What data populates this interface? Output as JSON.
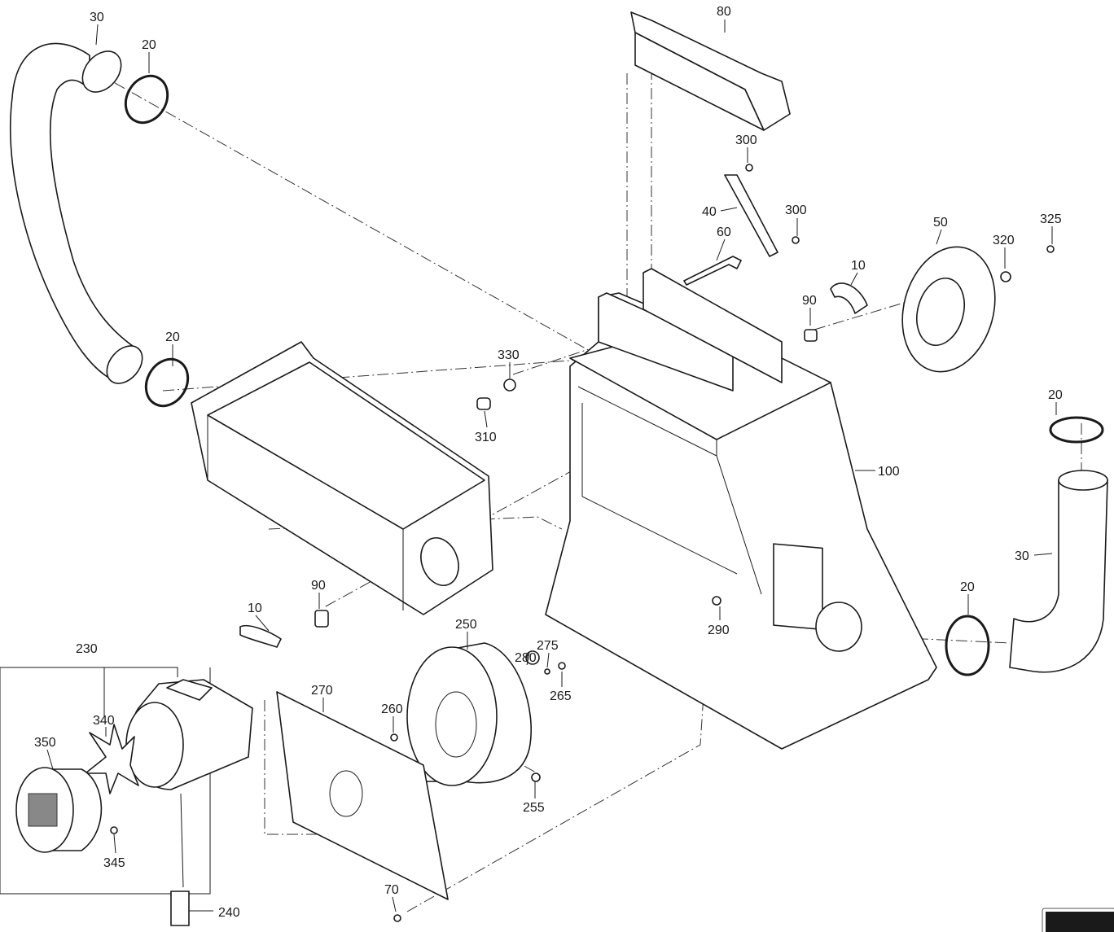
{
  "diagram": {
    "type": "exploded parts diagram",
    "labels": {
      "hose_top": "30",
      "clamp_top": "20",
      "clamp_mid": "20",
      "cover": "80",
      "screw_300a": "300",
      "gas_spring": "40",
      "screw_300b": "300",
      "bolt": "60",
      "lever_right": "10",
      "flange": "50",
      "washer_320": "320",
      "screw_325": "325",
      "spacer_right": "90",
      "washer_330": "330",
      "nut_310": "310",
      "housing": "100",
      "clamp_right_top": "20",
      "hose_right": "30",
      "clamp_right": "20",
      "screw_290": "290",
      "spacer_left": "90",
      "lever_left": "10",
      "fan_wheel": "250",
      "washer_280": "280",
      "washer_275": "275",
      "screw_265": "265",
      "motor_assembly": "230",
      "motor_fan": "340",
      "fan_cover": "350",
      "plate": "270",
      "screw_260": "260",
      "screw_255": "255",
      "screw_345": "345",
      "cable_plug": "240",
      "screw_70": "70"
    }
  }
}
